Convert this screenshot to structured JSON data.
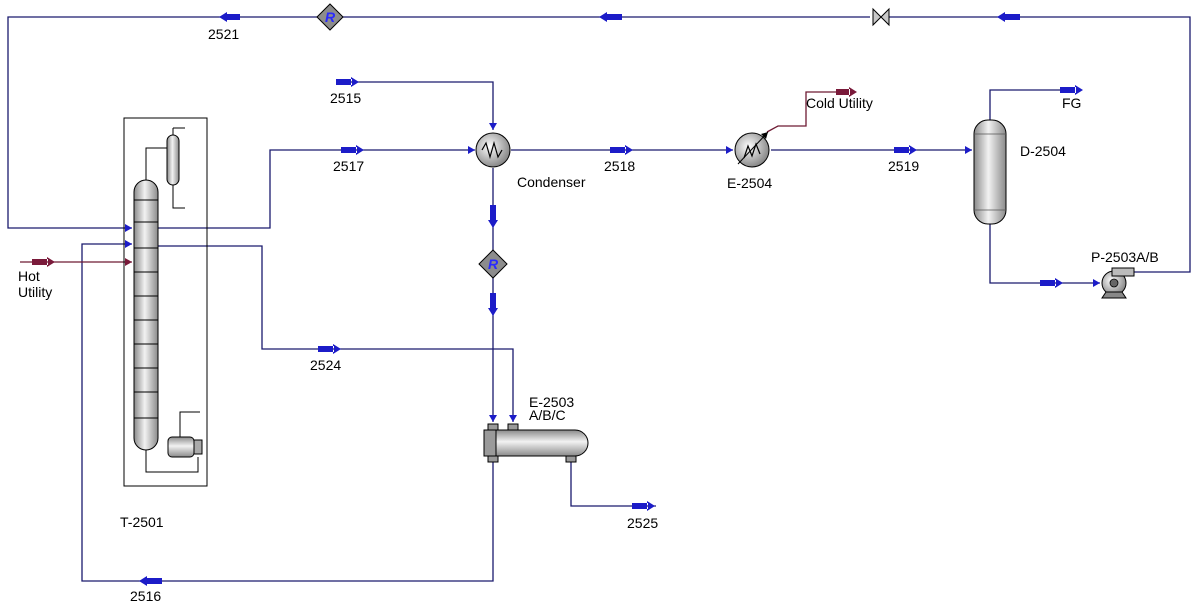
{
  "colors": {
    "process_line": "#1a1a6e",
    "stream_arrow": "#1c1cc8",
    "utility_arrow": "#7a1a3a",
    "equipment_fill": "#c8c8c8",
    "recycle_block": "#8c8c8c",
    "recycle_letter": "#2a2aff"
  },
  "equipment": {
    "column": "T-2501",
    "condenser": "Condenser",
    "cooler": "E-2504",
    "drum": "D-2504",
    "pump": "P-2503A/B",
    "exchanger_line1": "E-2503",
    "exchanger_line2": "A/B/C"
  },
  "streams": {
    "s2515": "2515",
    "s2516": "2516",
    "s2517": "2517",
    "s2518": "2518",
    "s2519": "2519",
    "s2521": "2521",
    "s2524": "2524",
    "s2525": "2525",
    "fg": "FG"
  },
  "utilities": {
    "hot_line1": "Hot",
    "hot_line2": "Utility",
    "cold": "Cold Utility"
  },
  "recycle": {
    "letter": "R"
  },
  "icons": [
    "recycle-block-icon",
    "valve-icon",
    "heat-exchanger-icon",
    "pump-icon",
    "drum-icon",
    "column-icon",
    "stream-arrow-icon"
  ]
}
